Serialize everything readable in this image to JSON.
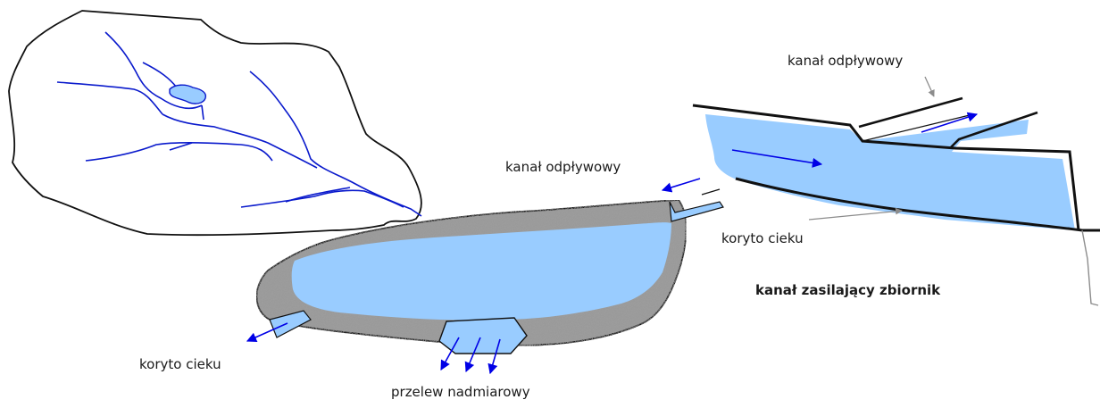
{
  "labels": {
    "outlet_channel_lake": "kanał odpływowy",
    "outlet_channel_inset": "kanał odpływowy",
    "stream_bed_inset": "koryto cieku",
    "feeding_channel_title": "kanał zasilający zbiornik",
    "stream_bed_lake": "koryto cieku",
    "overflow_spillway": "przelew nadmiarowy"
  },
  "colors": {
    "water": "#99ccff",
    "flow_arrow": "#0000e6",
    "river_line": "#0a1acc",
    "outline": "#111111",
    "embankment": "#9a9a9a",
    "pointer": "#8c8c8c"
  }
}
